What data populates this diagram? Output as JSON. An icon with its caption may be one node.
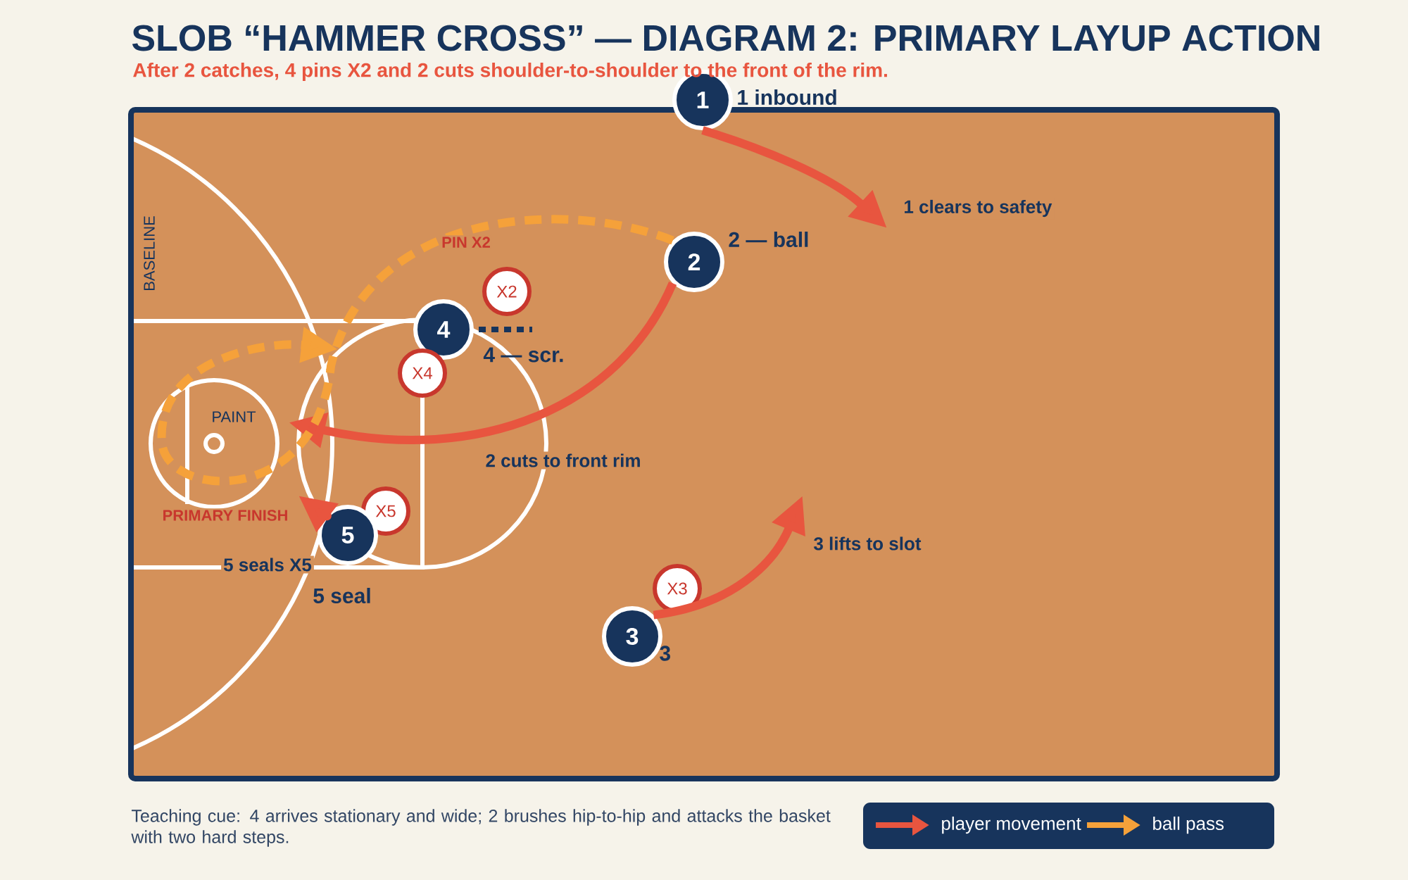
{
  "diagram": {
    "title": "SLOB “HAMMER CROSS” — DIAGRAM 2: PRIMARY LAYUP ACTION",
    "caption": "Teaching cue: 4 arrives stationary and wide; 2 brushes hip-to-hip and attacks the basket with two hard steps.",
    "nodes": [
      {
        "text": [
          "1"
        ],
        "beside": [
          "1 inbound"
        ]
      },
      {
        "text": [
          "2"
        ],
        "beside": [
          "2 — ball"
        ]
      },
      {
        "text": [
          "X2"
        ]
      },
      {
        "text": [
          "4"
        ],
        "beside": [
          "4 — scr."
        ]
      },
      {
        "text": [
          "X4"
        ]
      },
      {
        "text": [
          "X5"
        ]
      },
      {
        "text": [
          "5"
        ],
        "beside": [
          "5 seal"
        ]
      },
      {
        "text": [
          "X3"
        ]
      },
      {
        "text": [
          "3"
        ],
        "beside": [
          "3"
        ]
      }
    ],
    "edges": [
      {
        "from": 0,
        "to": null,
        "arrow": "to",
        "label": "1 clears to safety"
      },
      {
        "from": 1,
        "to": null,
        "arrow": "to",
        "label": "2 cuts to front rim"
      },
      {
        "from": 1,
        "to": null,
        "arrow": "to",
        "style": "dashed",
        "color": "#f5a13a"
      },
      {
        "from": 6,
        "to": null,
        "arrow": "to",
        "label": "5 seals X5"
      },
      {
        "from": 8,
        "to": null,
        "arrow": "to",
        "label": "3 lifts to slot"
      }
    ],
    "labels": [
      "After 2 catches, 4 pins X2 and 2 cuts shoulder-to-shoulder to the front of the rim.",
      "BASELINE",
      "PIN X2",
      "PAINT",
      "PRIMARY FINISH"
    ],
    "legend": [
      {
        "text": "player movement"
      },
      {
        "text": "ball pass"
      }
    ]
  }
}
